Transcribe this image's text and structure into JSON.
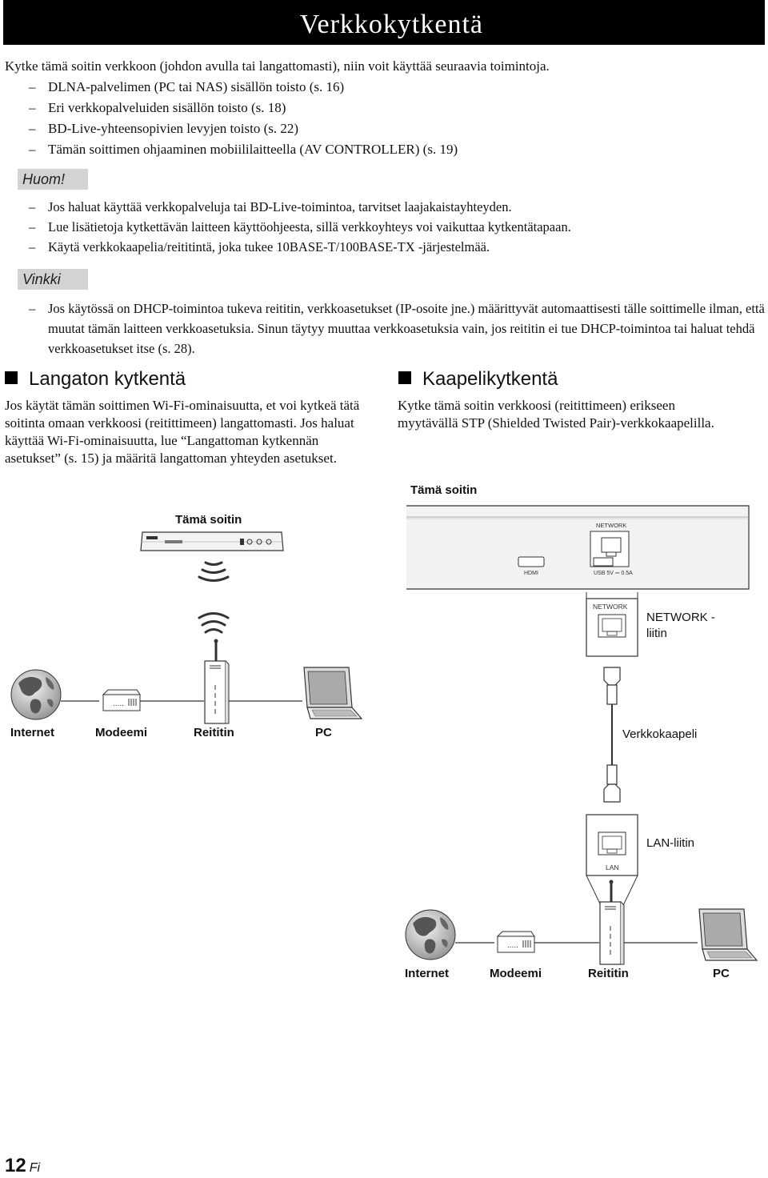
{
  "header": {
    "title": "Verkkokytkentä"
  },
  "intro": {
    "lead": "Kytke tämä soitin verkkoon (johdon avulla tai langattomasti), niin voit käyttää seuraavia toimintoja.",
    "items": [
      "DLNA-palvelimen (PC tai NAS) sisällön toisto (s. 16)",
      "Eri verkkopalveluiden sisällön toisto (s. 18)",
      "BD-Live-yhteensopivien levyjen toisto (s. 22)",
      "Tämän soittimen ohjaaminen mobiililaitteella (AV CONTROLLER) (s. 19)"
    ]
  },
  "note": {
    "tag": "Huom!",
    "items": [
      "Jos haluat käyttää verkkopalveluja tai BD-Live-toimintoa, tarvitset laajakaistayhteyden.",
      "Lue lisätietoja kytkettävän laitteen käyttöohjeesta, sillä verkkoyhteys voi vaikuttaa kytkentätapaan.",
      "Käytä verkkokaapelia/reititintä, joka tukee 10BASE-T/100BASE-TX -järjestelmää."
    ]
  },
  "tip": {
    "tag": "Vinkki",
    "items": [
      "Jos käytössä on DHCP-toimintoa tukeva reititin, verkkoasetukset (IP-osoite jne.) määrittyvät automaattisesti tälle soittimelle ilman, että muutat tämän laitteen verkkoasetuksia. Sinun täytyy muuttaa verkkoasetuksia vain, jos reititin ei tue DHCP-toimintoa tai haluat tehdä verkkoasetukset itse (s. 28)."
    ]
  },
  "wireless": {
    "title": "Langaton kytkentä",
    "body": "Jos käytät tämän soittimen Wi-Fi-ominaisuutta, et voi kytkeä tätä soitinta omaan verkkoosi (reitittimeen) langattomasti. Jos haluat käyttää Wi-Fi-ominaisuutta, lue “Langattoman kytkennän asetukset” (s. 15) ja määritä langattoman yhteyden asetukset.",
    "device_label": "Tämä soitin",
    "labels": {
      "internet": "Internet",
      "modem": "Modeemi",
      "router": "Reititin",
      "pc": "PC"
    }
  },
  "wired": {
    "title": "Kaapelikytkentä",
    "body": "Kytke tämä soitin verkkoosi (reitittimeen) erikseen myytävällä STP (Shielded Twisted Pair)-verkkokaapelilla.",
    "device_label": "Tämä soitin",
    "panel": {
      "network": "NETWORK",
      "hdmi": "HDMI",
      "usb": "USB 5V ⎓ 0.5A"
    },
    "jack_network": "NETWORK",
    "network_callout": "NETWORK -\nliitin",
    "cable_label": "Verkkokaapeli",
    "lan_callout": "LAN-liitin",
    "jack_lan": "LAN",
    "labels": {
      "internet": "Internet",
      "modem": "Modeemi",
      "router": "Reititin",
      "pc": "PC"
    }
  },
  "footer": {
    "page": "12",
    "lang": "Fi"
  }
}
